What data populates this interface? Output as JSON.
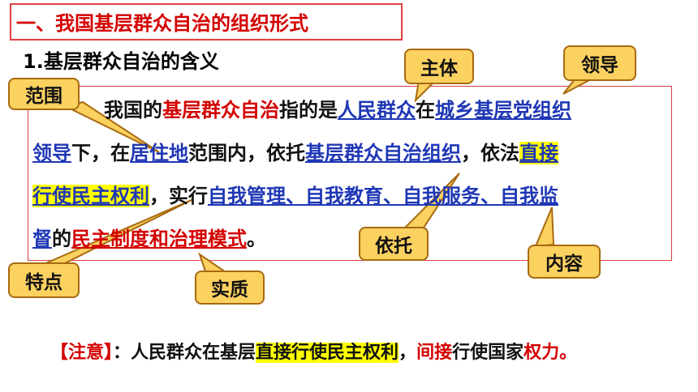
{
  "title": "一、我国基层群众自治的组织形式",
  "subtitle": "1.基层群众自治的含义",
  "lines": {
    "l1": {
      "p1": "我国的",
      "p2": "基层群众自治",
      "p3": "指的是",
      "p4": "人民群众",
      "p5": "在",
      "p6": "城乡基层党组织"
    },
    "l2": {
      "p1": "领导",
      "p2": "下，在",
      "p3": "居住地",
      "p4": "范围内，依托",
      "p5": "基层群众自治组织",
      "p6": "，依法",
      "p7": "直接"
    },
    "l3": {
      "p1": "行使民主权利",
      "p2": "，实行",
      "p3": "自我管理、自我教育、自我服务、自我监"
    },
    "l4": {
      "p1": "督",
      "p2": "的",
      "p3": "民主制度和治理模式",
      "p4": "。"
    }
  },
  "callouts": {
    "zhuti": "主体",
    "lingdao": "领导",
    "fanwei": "范围",
    "yituo": "依托",
    "neirong": "内容",
    "tedian": "特点",
    "shizhi": "实质"
  },
  "note": {
    "label": "【注意】",
    "p1": "：人民群众在基层",
    "p2": "直接行使民主权利",
    "p3": "，",
    "p4": "间接",
    "p5": "行使国家",
    "p6": "权力。"
  },
  "colors": {
    "red": "#d40000",
    "blue": "#1f37b5",
    "callout_fill": "#fbd160",
    "highlight": "#ffff00"
  }
}
